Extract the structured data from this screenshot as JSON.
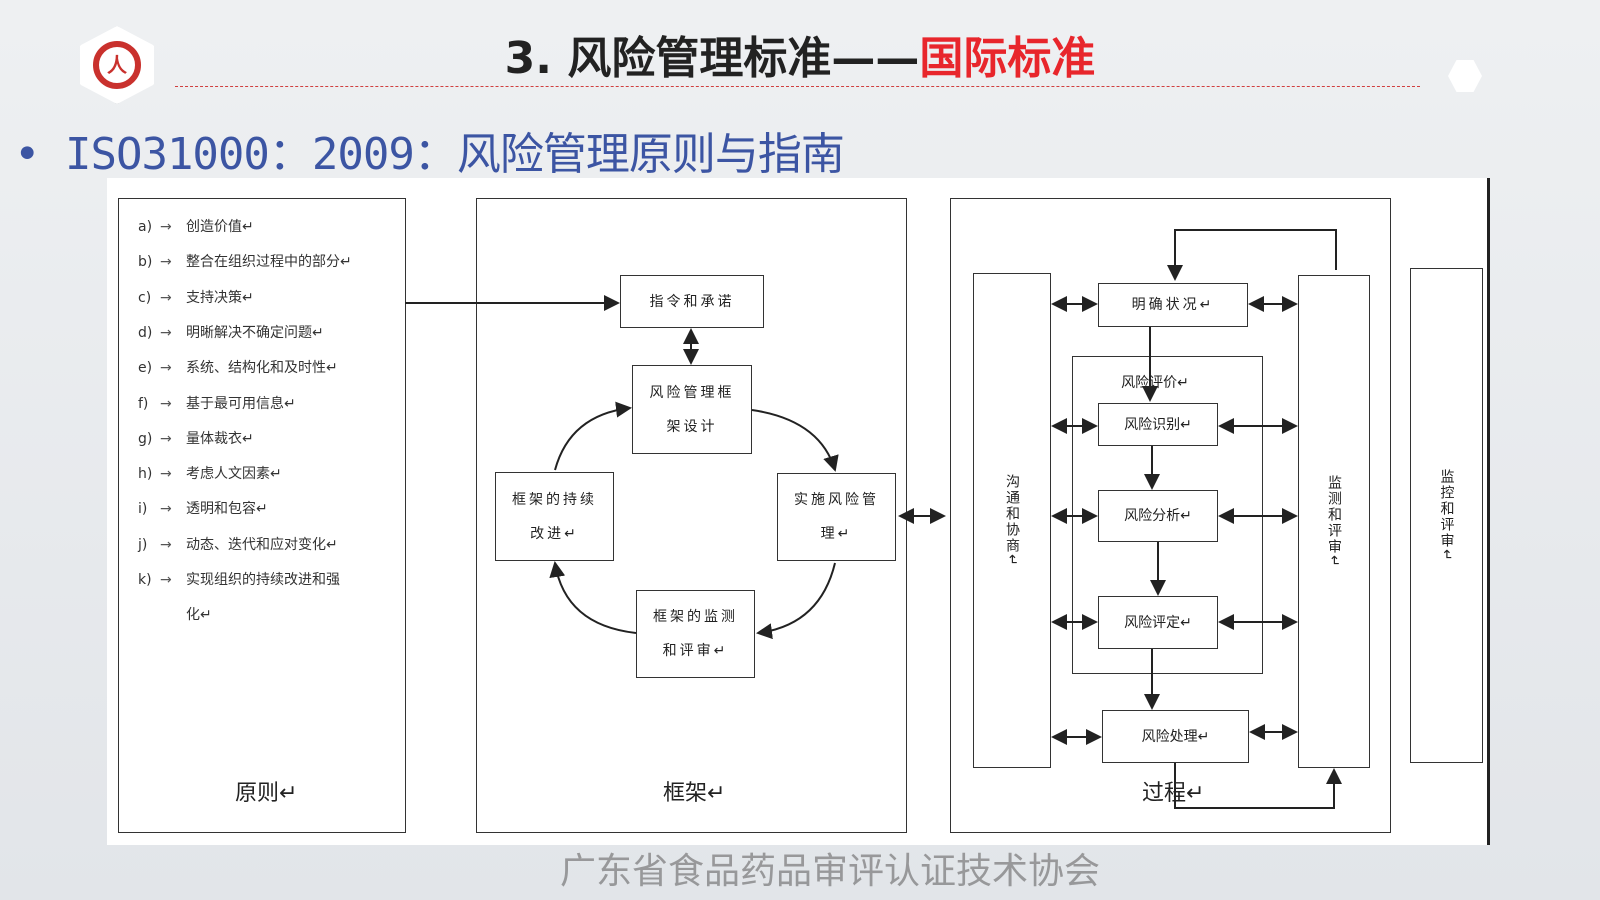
{
  "header": {
    "title_prefix": "3. 风险管理标准——",
    "title_highlight": "国际标准",
    "subtitle": "• ISO31000：2009：风险管理原则与指南",
    "logo_text": "人"
  },
  "diagram": {
    "principles": {
      "title": "原则↵",
      "items": [
        {
          "k": "a)",
          "t": "创造价值↵"
        },
        {
          "k": "b)",
          "t": "整合在组织过程中的部分↵"
        },
        {
          "k": "c)",
          "t": "支持决策↵"
        },
        {
          "k": "d)",
          "t": "明晰解决不确定问题↵"
        },
        {
          "k": "e)",
          "t": "系统、结构化和及时性↵"
        },
        {
          "k": "f)",
          "t": "基于最可用信息↵"
        },
        {
          "k": "g)",
          "t": "量体裁衣↵"
        },
        {
          "k": "h)",
          "t": "考虑人文因素↵"
        },
        {
          "k": "i)",
          "t": "透明和包容↵"
        },
        {
          "k": "j)",
          "t": "动态、迭代和应对变化↵"
        },
        {
          "k": "k)",
          "t": "实现组织的持续改进和强"
        }
      ],
      "continuation": "化↵"
    },
    "framework": {
      "title": "框架↵",
      "mandate": "指令和承诺",
      "design": "风险管理框架设计",
      "implement": "实施风险管理↵",
      "monitor": "框架的监测和评审↵",
      "improve": "框架的持续改进↵"
    },
    "process": {
      "title": "过程↵",
      "communicate": "沟通和协商↵",
      "context": "明确状况↵",
      "assessment": "风险评价↵",
      "identify": "风险识别↵",
      "analyse": "风险分析↵",
      "evaluate": "风险评定↵",
      "treat": "风险处理↵",
      "monitor": "监测和评审↵"
    },
    "far_right": "监控和评审↵"
  },
  "watermark": "广东省食品药品审评认证技术协会"
}
